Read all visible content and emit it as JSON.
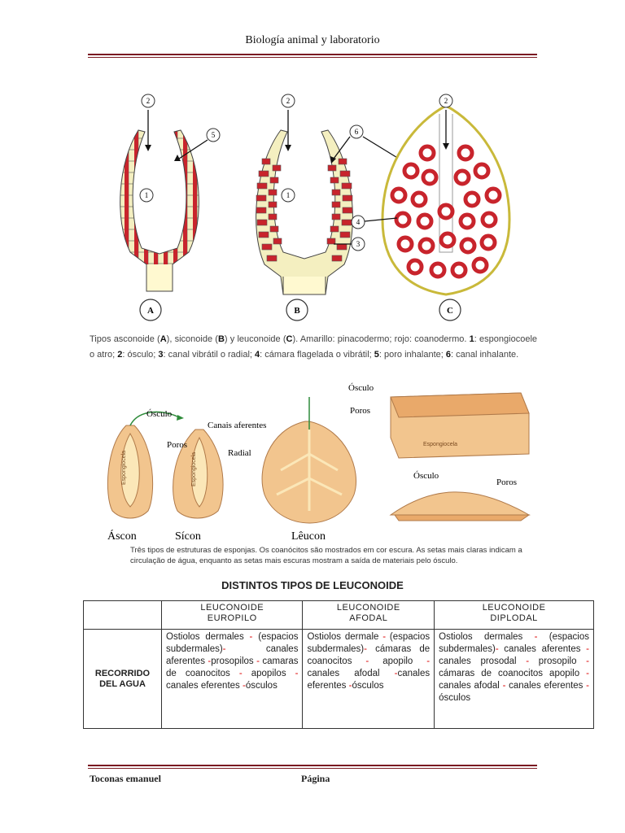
{
  "header": {
    "title": "Biología  animal  y laboratorio"
  },
  "figure1": {
    "panel_letters": [
      "A",
      "B",
      "C"
    ],
    "callouts": [
      "2",
      "5",
      "1",
      "2",
      "6",
      "1",
      "3",
      "2",
      "4"
    ],
    "caption_parts": [
      {
        "t": "Tipos asconoide (",
        "b": false
      },
      {
        "t": "A",
        "b": true
      },
      {
        "t": "), siconoide (",
        "b": false
      },
      {
        "t": "B",
        "b": true
      },
      {
        "t": ") y leuconoide (",
        "b": false
      },
      {
        "t": "C",
        "b": true
      },
      {
        "t": "). Amarillo: pinacodermo; rojo: coanodermo. ",
        "b": false
      },
      {
        "t": "1",
        "b": true
      },
      {
        "t": ": espongiocoele o atro; ",
        "b": false
      },
      {
        "t": "2",
        "b": true
      },
      {
        "t": ": ósculo; ",
        "b": false
      },
      {
        "t": "3",
        "b": true
      },
      {
        "t": ": canal vibrátil o radial; ",
        "b": false
      },
      {
        "t": "4",
        "b": true
      },
      {
        "t": ": cámara flagelada o vibrátil; ",
        "b": false
      },
      {
        "t": "5",
        "b": true
      },
      {
        "t": ": poro inhalante; ",
        "b": false
      },
      {
        "t": "6",
        "b": true
      },
      {
        "t": ": canal inhalante.",
        "b": false
      }
    ]
  },
  "figure2": {
    "labels": {
      "osculo_1": "Ósculo",
      "canais": "Canais aferentes",
      "poros_1": "Poros",
      "radial": "Radial",
      "espongiocela_1": "Espongiocela",
      "espongiocela_2": "Espongiocela",
      "espongiocela_3": "Espongiocela",
      "osculo_2": "Ósculo",
      "poros_2": "Poros",
      "osculo_3": "Ósculo",
      "poros_3": "Poros",
      "ascon": "Áscon",
      "sicon": "Sícon",
      "leucon": "Lêucon"
    },
    "caption": "Três tipos de estruturas de esponjas. Os coanócitos são mostrados em cor escura. As setas mais claras indicam a circulação de água, enquanto as setas mais escuras mostram a saída de materiais pelo ósculo."
  },
  "table": {
    "title": "DISTINTOS TIPOS DE LEUCONOIDE",
    "headers": [
      [
        "LEUCONOIDE",
        "EUROPILO"
      ],
      [
        "LEUCONOIDE",
        "AFODAL"
      ],
      [
        "LEUCONOIDE",
        "DIPLODAL"
      ]
    ],
    "row_header": [
      "RECORRIDO",
      "DEL AGUA"
    ],
    "cells": [
      [
        "Ostiolos dermales ",
        "-",
        " (espacios subdermales)",
        "-",
        " canales aferentes ",
        "-",
        "prosopilos ",
        "-",
        " camaras de coanocitos ",
        "-",
        " apopilos ",
        "-",
        "canales eferentes ",
        "-",
        "ósculos"
      ],
      [
        "Ostiolos dermale ",
        "-",
        " (espacios subdermales)",
        "-",
        " cámaras de coanocitos ",
        "-",
        " apopilo ",
        "-",
        " canales afodal ",
        "-",
        "canales eferentes ",
        "-",
        "ósculos"
      ],
      [
        "Ostiolos dermales ",
        "-",
        " (espacios subdermales)",
        "-",
        " canales aferentes ",
        "-",
        "canales prosodal ",
        "-",
        " prosopilo ",
        "-",
        " cámaras de coanocitos apopilo ",
        "-",
        "canales afodal ",
        "-",
        " canales eferentes ",
        "-",
        " ósculos"
      ]
    ]
  },
  "footer": {
    "left": "Toconas emanuel",
    "middle": "Página"
  },
  "colors": {
    "rule": "#7a1a22",
    "choanoderm": "#c8242c",
    "pinacoderm": "#e9e29a",
    "sponge_tissue": "#f0c08a"
  }
}
